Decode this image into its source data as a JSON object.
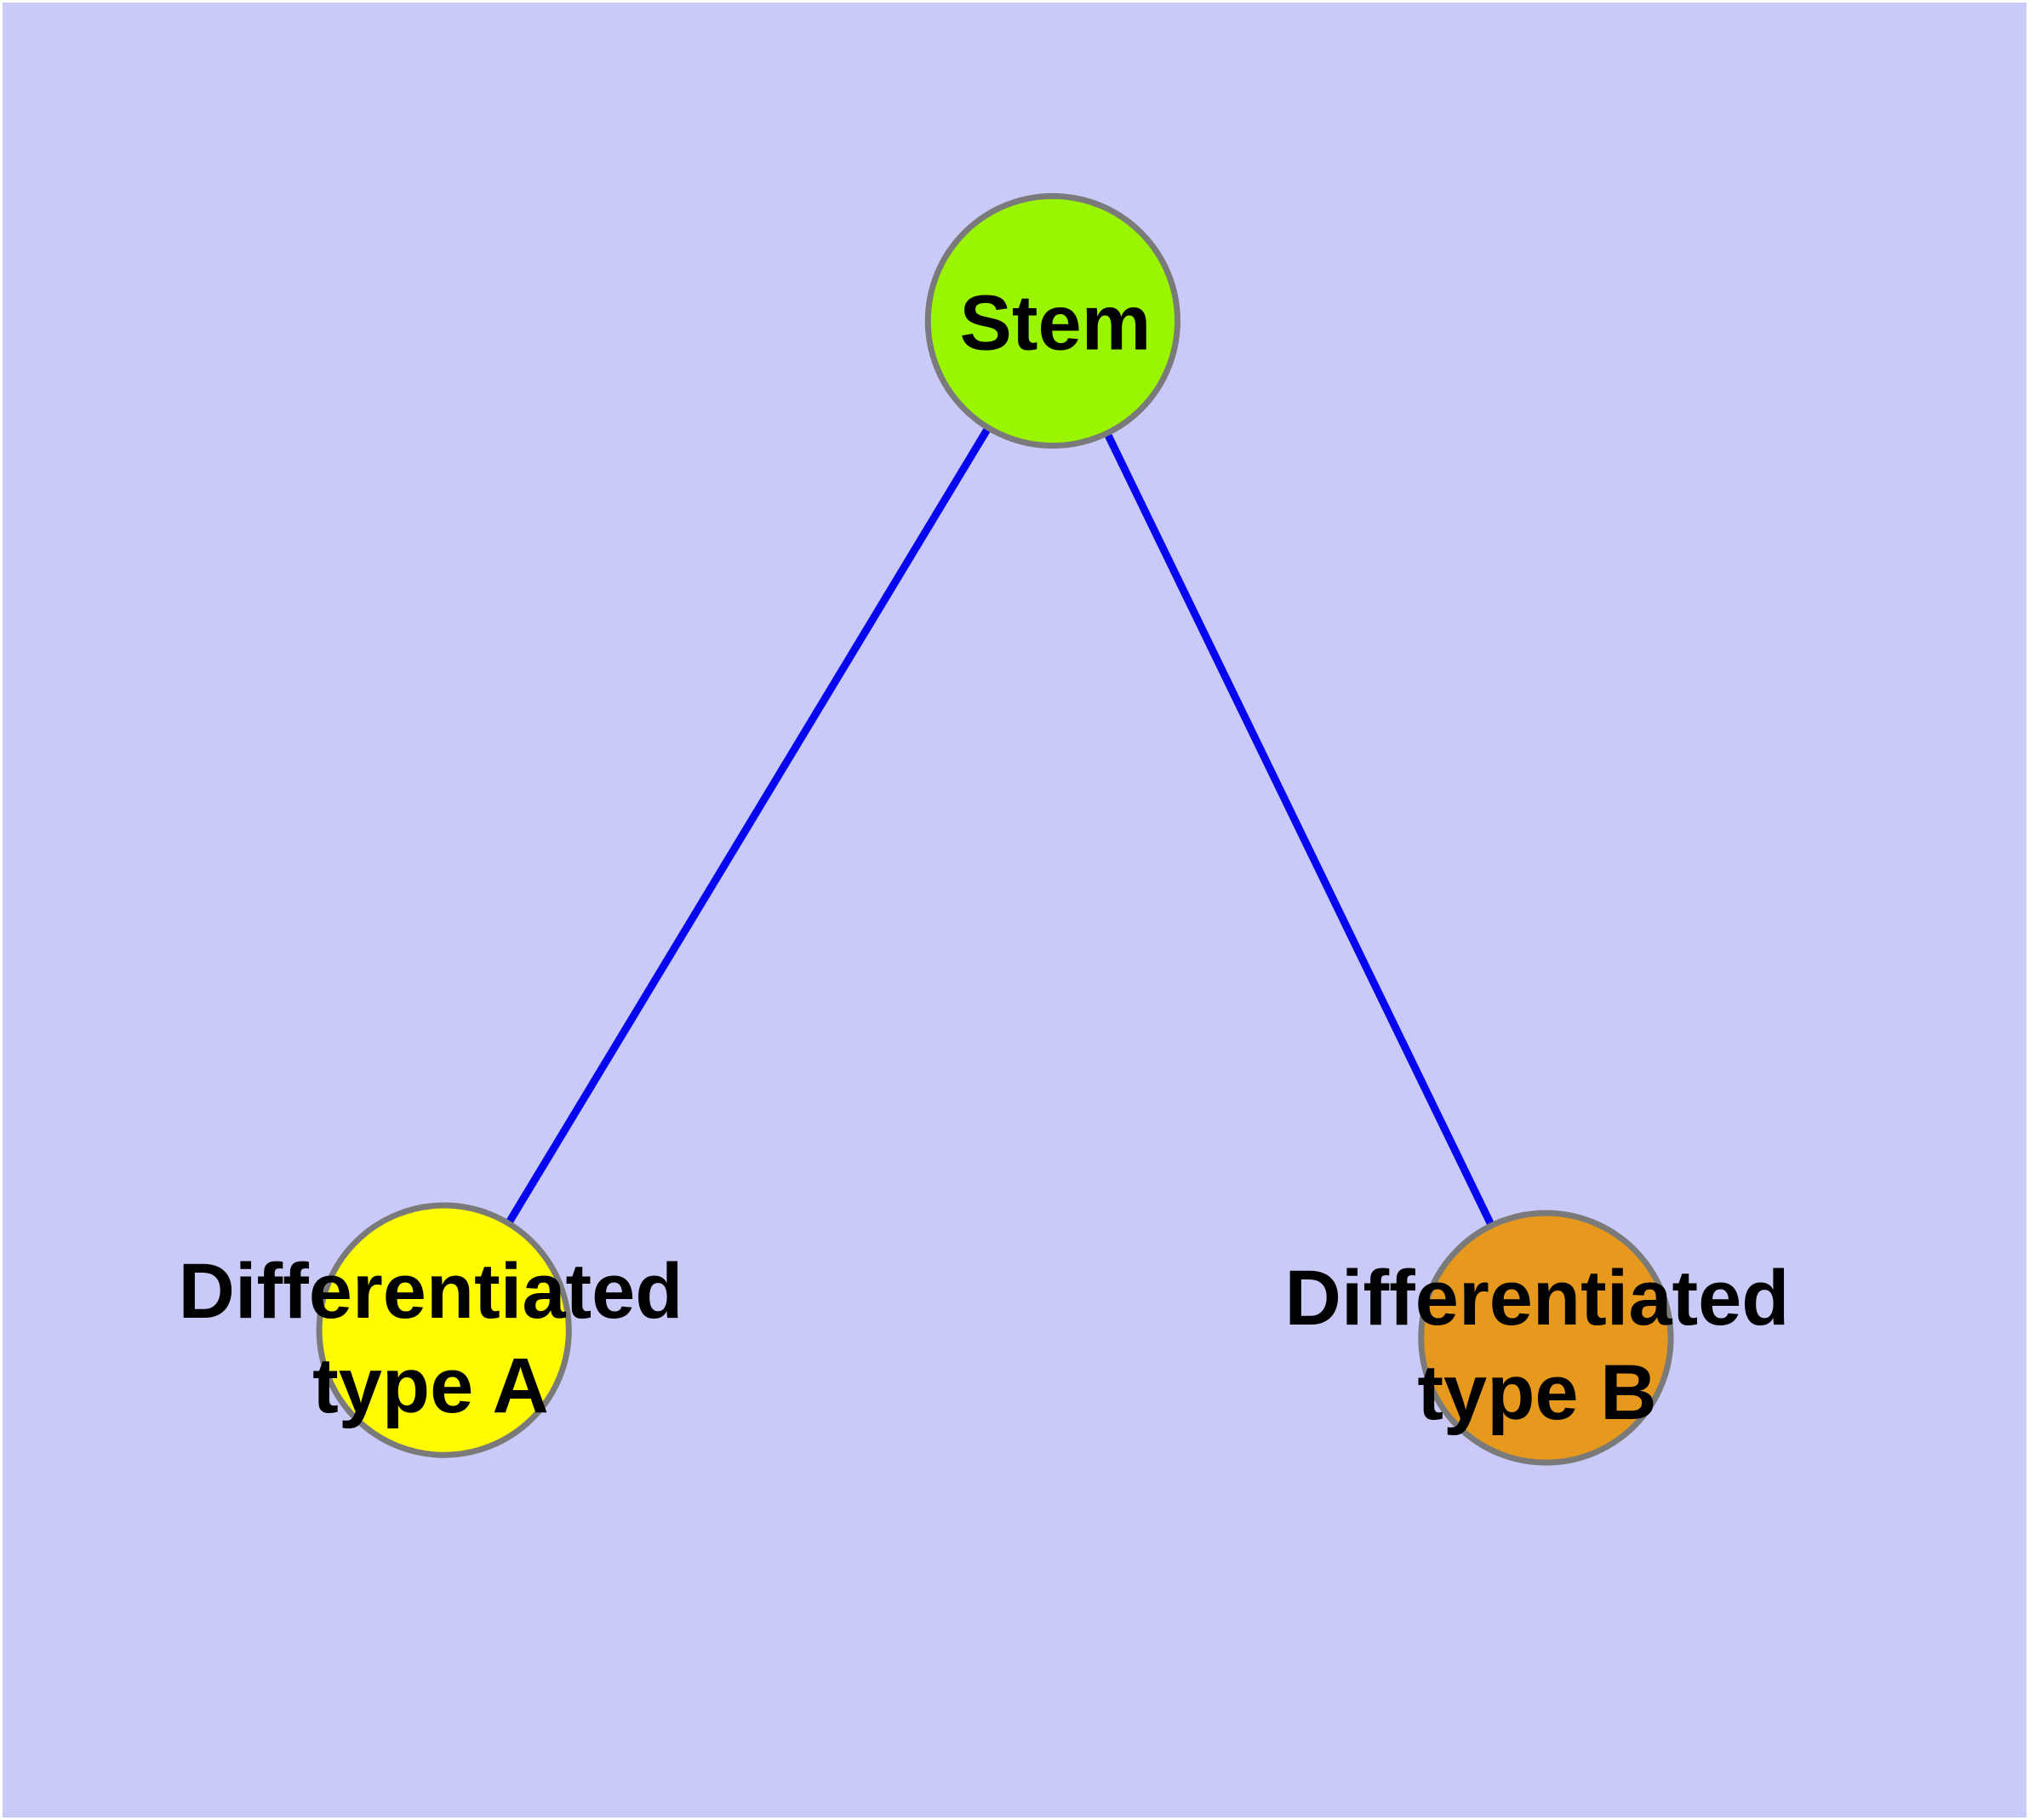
{
  "diagram": {
    "type": "node-link-graph",
    "background_color": "#cacaf8",
    "edge_color": "#0505f0",
    "node_border_color": "#7a7a7a",
    "text_color": "#000000",
    "nodes": [
      {
        "id": "stem",
        "label": "Stem",
        "fill": "#9af500"
      },
      {
        "id": "type-a",
        "label": "Differentiated\ntype A",
        "fill": "#fffb00"
      },
      {
        "id": "type-b",
        "label": "Differentiated\ntype B",
        "fill": "#e6991c"
      }
    ],
    "edges": [
      {
        "from": "stem",
        "to": "type-a"
      },
      {
        "from": "stem",
        "to": "type-b"
      }
    ]
  }
}
